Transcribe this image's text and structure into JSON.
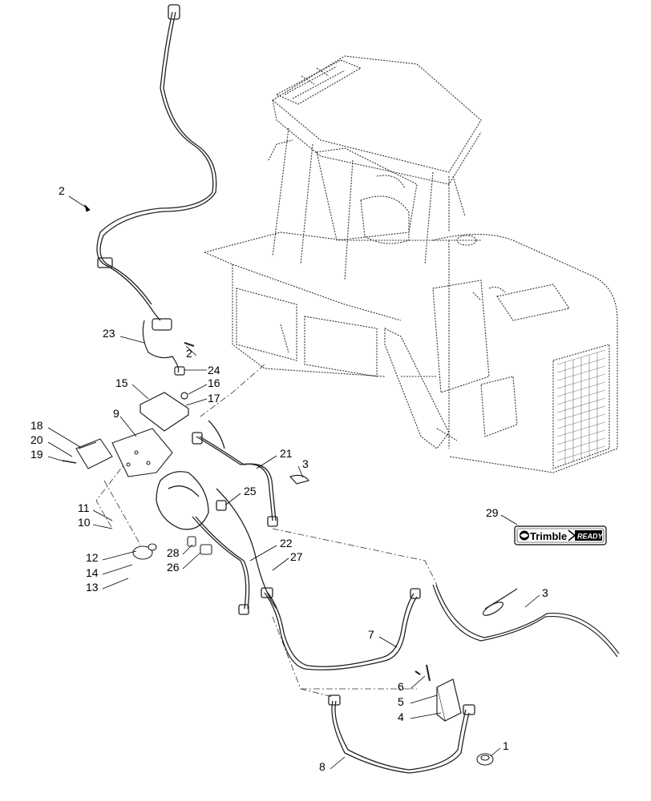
{
  "callouts": {
    "c2a": "2",
    "c23": "23",
    "c2b": "2",
    "c24": "24",
    "c15": "15",
    "c16": "16",
    "c17": "17",
    "c9": "9",
    "c18": "18",
    "c20": "20",
    "c19": "19",
    "c11": "11",
    "c10": "10",
    "c12": "12",
    "c14": "14",
    "c13": "13",
    "c21": "21",
    "c3a": "3",
    "c25": "25",
    "c28": "28",
    "c26": "26",
    "c22": "22",
    "c27": "27",
    "c29": "29",
    "c3b": "3",
    "c7": "7",
    "c6": "6",
    "c5": "5",
    "c4": "4",
    "c1": "1",
    "c8": "8"
  },
  "logo": {
    "brand": "Trimble",
    "badge": "READY"
  }
}
